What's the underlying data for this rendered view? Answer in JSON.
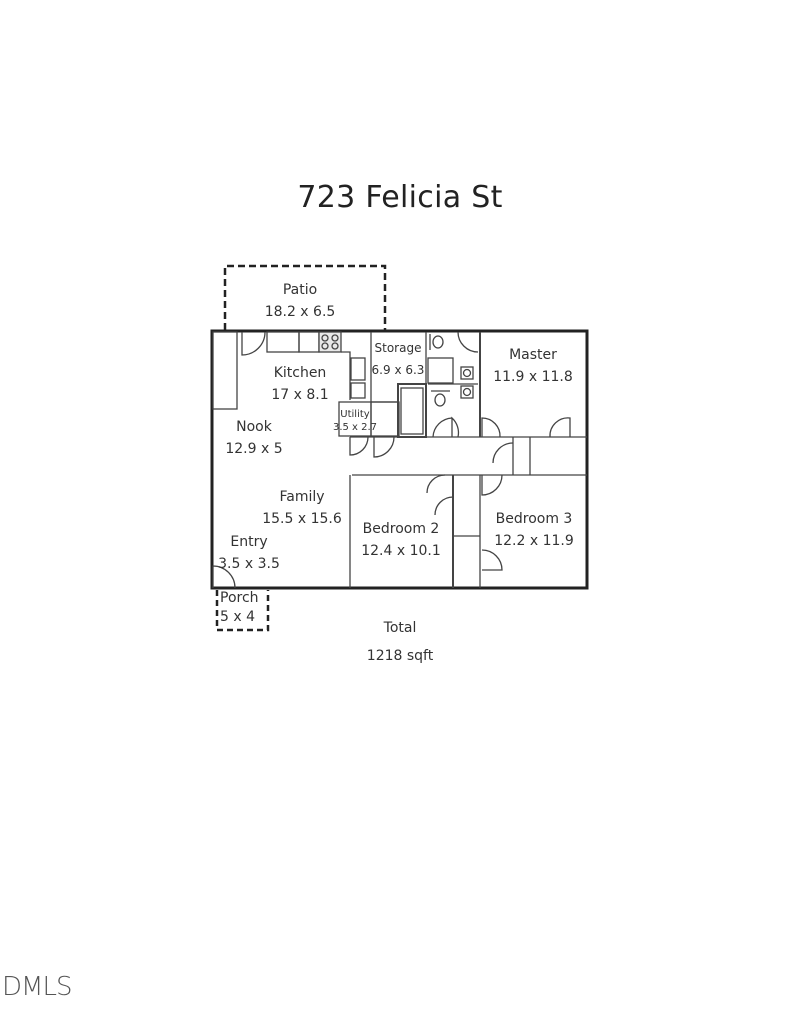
{
  "title": "723 Felicia St",
  "rooms": [
    {
      "name": "Patio",
      "dims": "18.2 x 6.5"
    },
    {
      "name": "Kitchen",
      "dims": "17 x 8.1"
    },
    {
      "name": "Storage",
      "dims": "6.9 x 6.3"
    },
    {
      "name": "Master",
      "dims": "11.9 x 11.8"
    },
    {
      "name": "Utility",
      "dims": "3.5 x 2.7"
    },
    {
      "name": "Nook",
      "dims": "12.9 x 5"
    },
    {
      "name": "Family",
      "dims": "15.5 x 15.6"
    },
    {
      "name": "Entry",
      "dims": "3.5 x 3.5"
    },
    {
      "name": "Bedroom 2",
      "dims": "12.4 x 10.1"
    },
    {
      "name": "Bedroom 3",
      "dims": "12.2 x 11.9"
    },
    {
      "name": "Porch",
      "dims": "5 x 4"
    }
  ],
  "total": {
    "label": "Total",
    "value": "1218 sqft"
  },
  "watermark": "DMLS"
}
